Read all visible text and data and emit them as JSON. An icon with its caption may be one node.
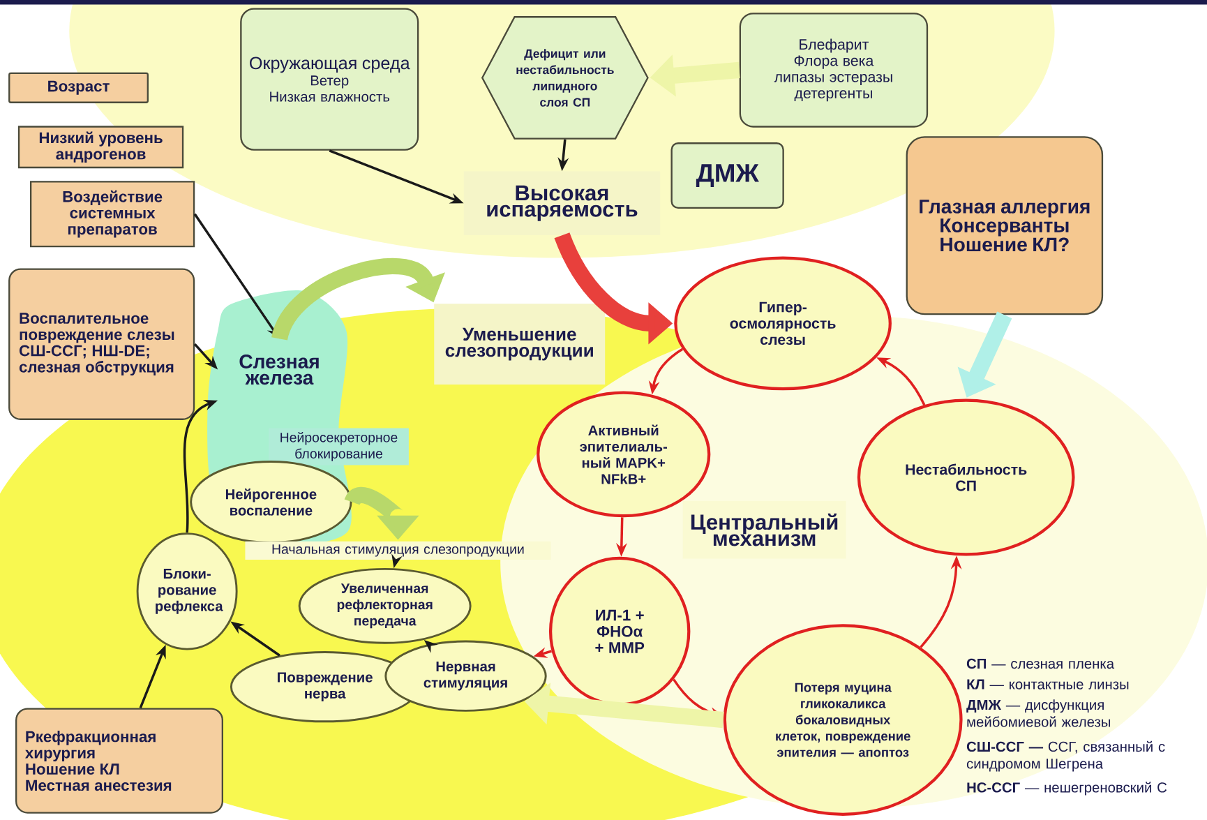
{
  "diagram": {
    "nodes": [
      {
        "text": [
          "Возраст"
        ]
      },
      {
        "text": [
          "Низкий уровень андрогенов"
        ]
      },
      {
        "text": [
          "Воздействие системных препаратов"
        ]
      },
      {
        "text": [
          "Воспалительное повреждение слезы",
          "СШ-ССГ; НШ-DE; слезная обструкция"
        ]
      },
      {
        "text": [
          "Окружающая среда",
          "Ветер",
          "Низкая влажность"
        ]
      },
      {
        "text": [
          "Дефицит или нестабильность липидного слоя СП"
        ]
      },
      {
        "text": [
          "Блефарит",
          "Флора века",
          "липазы эстеразы",
          "детергенты"
        ]
      },
      {
        "text": [
          "ДМЖ"
        ]
      },
      {
        "text": [
          "Высокая испаряемость"
        ]
      },
      {
        "text": [
          "Глазная аллергия",
          "Консерванты",
          "Ношение КЛ?"
        ]
      },
      {
        "text": [
          "Слезная железа"
        ]
      },
      {
        "text": [
          "Уменьшение слезопродукции"
        ]
      },
      {
        "text": [
          "Гипер-осмолярность слезы"
        ]
      },
      {
        "text": [
          "Нейросекреторное блокирование"
        ]
      },
      {
        "text": [
          "Активный эпителиаль-ный MAPK+ NFkB+"
        ]
      },
      {
        "text": [
          "Нестабильность СП"
        ]
      },
      {
        "text": [
          "Центральный механизм"
        ]
      },
      {
        "text": [
          "Нейрогенное воспаление"
        ]
      },
      {
        "text": [
          "Начальная стимуляция слезопродукции"
        ]
      },
      {
        "text": [
          "Блоки-рование рефлекса"
        ]
      },
      {
        "text": [
          "Увеличенная рефлекторная передача"
        ]
      },
      {
        "text": [
          "ИЛ-1 + ФНОα + MMP"
        ]
      },
      {
        "text": [
          "Повреждение нерва"
        ]
      },
      {
        "text": [
          "Нервная стимуляция"
        ]
      },
      {
        "text": [
          "Потеря муцина гликокаликса бокаловидных клеток, повреждение эпителия — апоптоз"
        ]
      },
      {
        "text": [
          "Ркефракционная хирургия",
          "Ношение КЛ",
          "Местная анестезия"
        ]
      }
    ],
    "edges": [
      {
        "from": 4,
        "to": 8,
        "arrow": "to"
      },
      {
        "from": 2,
        "to": 10,
        "arrow": "to"
      },
      {
        "from": 3,
        "to": 10,
        "arrow": "to"
      },
      {
        "from": 5,
        "to": 8,
        "arrow": "to"
      },
      {
        "from": 6,
        "to": 5,
        "arrow": "to",
        "style": "thick",
        "color": "#eef5a8"
      },
      {
        "from": 8,
        "to": 12,
        "arrow": "to",
        "style": "thick",
        "color": "#e8403c"
      },
      {
        "from": 10,
        "to": 11,
        "arrow": "to",
        "style": "thick",
        "color": "#b8d86a"
      },
      {
        "from": 12,
        "to": 14,
        "arrow": "to",
        "color": "#e02020"
      },
      {
        "from": 14,
        "to": 21,
        "arrow": "to",
        "color": "#e02020"
      },
      {
        "from": 21,
        "to": 24,
        "arrow": "to",
        "color": "#e02020"
      },
      {
        "from": 24,
        "to": 15,
        "arrow": "to",
        "color": "#e02020"
      },
      {
        "from": 15,
        "to": 12,
        "arrow": "to",
        "color": "#e02020"
      },
      {
        "from": 9,
        "to": 15,
        "arrow": "to",
        "style": "thick",
        "color": "#b0f0e8"
      },
      {
        "from": 21,
        "to": 23,
        "arrow": "to",
        "color": "#e02020"
      },
      {
        "from": 24,
        "to": 23,
        "arrow": "to",
        "style": "thick",
        "color": "#eef5a8"
      },
      {
        "from": 23,
        "to": 20,
        "arrow": "to"
      },
      {
        "from": 22,
        "to": 19,
        "arrow": "to"
      },
      {
        "from": 19,
        "to": 10,
        "arrow": "to"
      },
      {
        "from": 25,
        "to": 19,
        "arrow": "to"
      },
      {
        "from": 17,
        "to": 18,
        "arrow": "to",
        "style": "thick",
        "color": "#b8d86a"
      },
      {
        "from": 18,
        "to": 20,
        "arrow": "to"
      }
    ],
    "labels": [
      "**СП** — слезная пленка",
      "**КЛ** — контактные линзы",
      "**ДМЖ** — дисфункция мейбомиевой железы",
      "**СШ-ССГ —** ССГ, связанный с синдромом Шегрена",
      "**НС-ССГ** — нешегреновский С"
    ]
  }
}
